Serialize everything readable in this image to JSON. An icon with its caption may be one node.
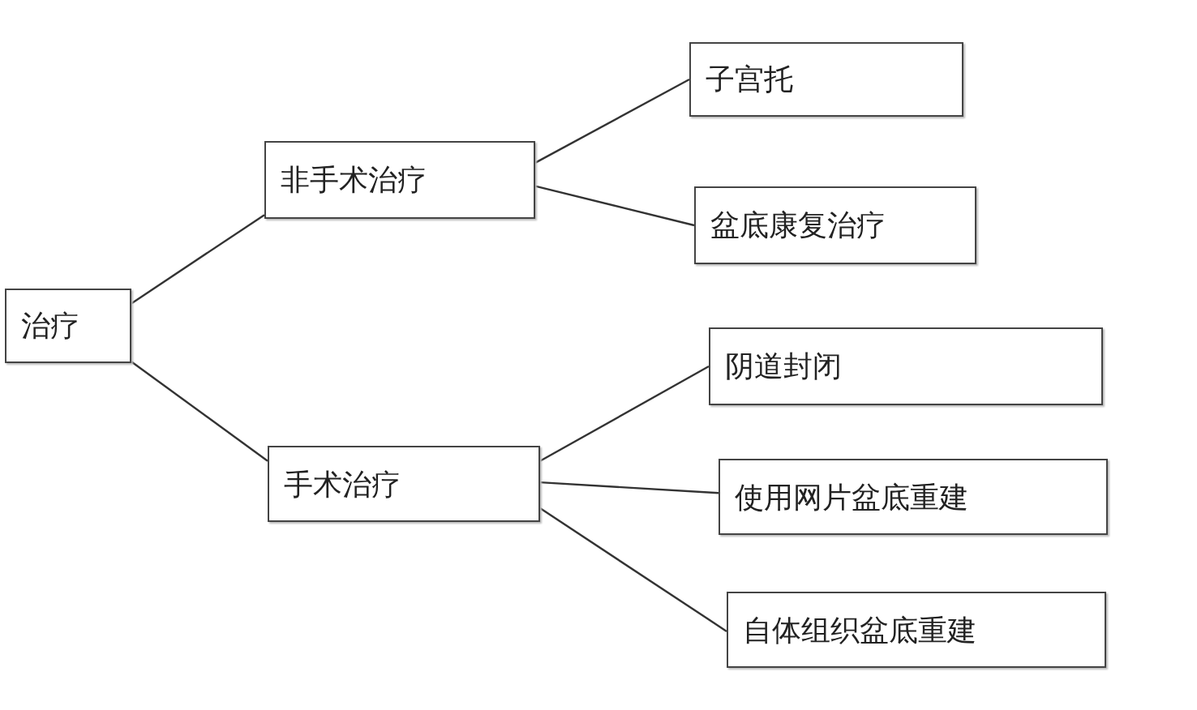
{
  "diagram": {
    "nodes": [
      {
        "text": [
          "治疗"
        ]
      },
      {
        "text": [
          "非手术治疗"
        ]
      },
      {
        "text": [
          "子宫托"
        ]
      },
      {
        "text": [
          "盆底康复治疗"
        ]
      },
      {
        "text": [
          "手术治疗"
        ]
      },
      {
        "text": [
          "阴道封闭"
        ]
      },
      {
        "text": [
          "使用网片盆底重建"
        ]
      },
      {
        "text": [
          "自体组织盆底重建"
        ]
      }
    ],
    "edges": [
      {
        "from": 0,
        "to": 1,
        "arrow": "none"
      },
      {
        "from": 0,
        "to": 4,
        "arrow": "none"
      },
      {
        "from": 1,
        "to": 2,
        "arrow": "none"
      },
      {
        "from": 1,
        "to": 3,
        "arrow": "none"
      },
      {
        "from": 4,
        "to": 5,
        "arrow": "none"
      },
      {
        "from": 4,
        "to": 6,
        "arrow": "none"
      },
      {
        "from": 4,
        "to": 7,
        "arrow": "none"
      }
    ]
  }
}
